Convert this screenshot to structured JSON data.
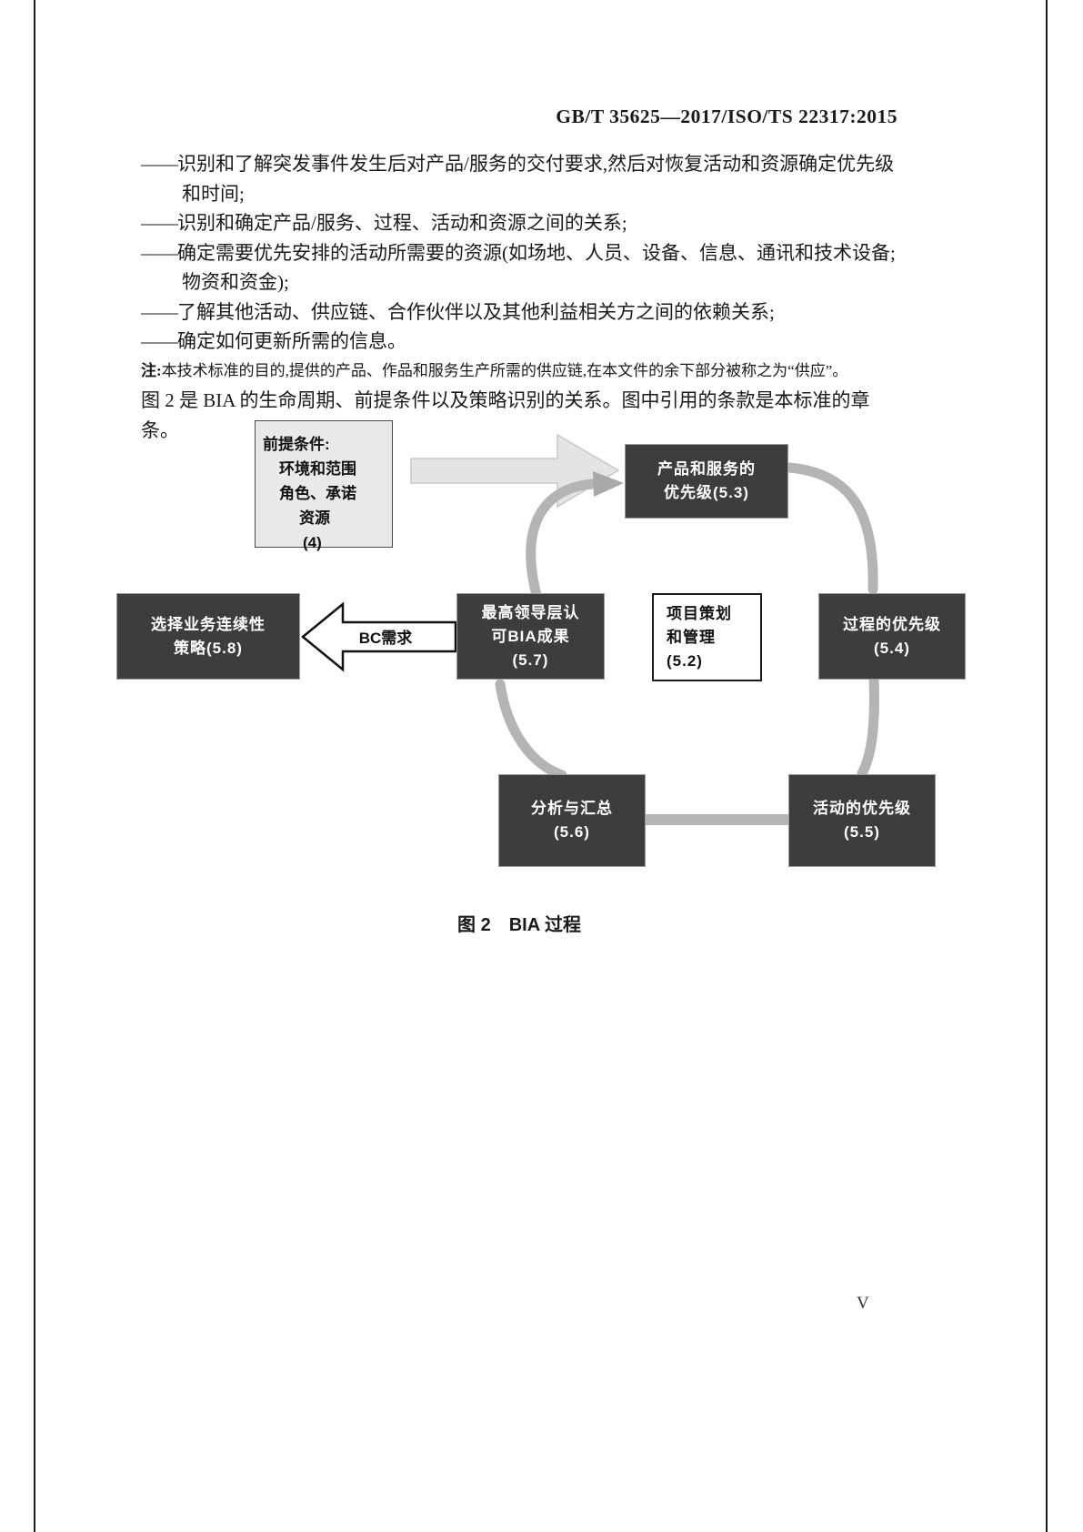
{
  "header": {
    "title": "GB/T 35625—2017/ISO/TS 22317:2015"
  },
  "body": {
    "dash": "——",
    "bullets": [
      "识别和了解突发事件发生后对产品/服务的交付要求,然后对恢复活动和资源确定优先级和时间;",
      "识别和确定产品/服务、过程、活动和资源之间的关系;",
      "确定需要优先安排的活动所需要的资源(如场地、人员、设备、信息、通讯和技术设备;物资和资金);",
      "了解其他活动、供应链、合作伙伴以及其他利益相关方之间的依赖关系;",
      "确定如何更新所需的信息。"
    ],
    "note_label": "注:",
    "note_text": "本技术标准的目的,提供的产品、作品和服务生产所需的供应链,在本文件的余下部分被称之为“供应”。",
    "intro": "图 2 是 BIA 的生命周期、前提条件以及策略识别的关系。图中引用的条款是本标准的章条。"
  },
  "figure": {
    "caption": "图 2　BIA 过程",
    "prerequisites": {
      "title": "前提条件:",
      "items": [
        "环境和范围",
        "角色、承诺",
        "资源",
        "(4)"
      ]
    },
    "bc_arrow_label": "BC需求",
    "nodes": {
      "products": {
        "lines": [
          "产品和服务的",
          "优先级(5.3)"
        ]
      },
      "process": {
        "lines": [
          "过程的优先级",
          "(5.4)"
        ]
      },
      "activities": {
        "lines": [
          "活动的优先级",
          "(5.5)"
        ]
      },
      "analysis": {
        "lines": [
          "分析与汇总",
          "(5.6)"
        ]
      },
      "top_management": {
        "lines": [
          "最高领导层认",
          "可BIA成果",
          "(5.7)"
        ]
      },
      "strategy": {
        "lines": [
          "选择业务连续性",
          "策略(5.8)"
        ]
      },
      "project": {
        "lines": [
          "项目策划",
          "和管理",
          "(5.2)"
        ]
      }
    },
    "colors": {
      "dark_box": "#3d3d3d",
      "light_box": "#e9e9e9",
      "arc": "#b4b4b4"
    }
  },
  "footer": {
    "page_number": "V"
  }
}
